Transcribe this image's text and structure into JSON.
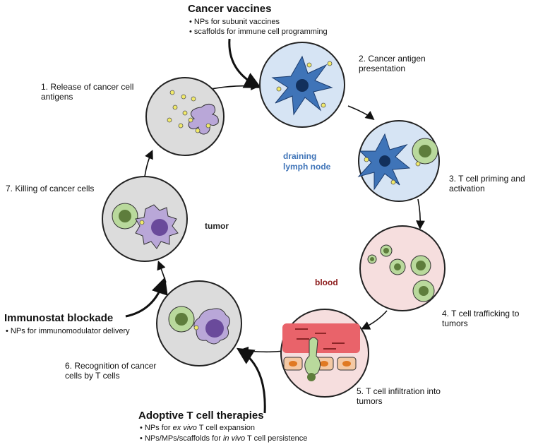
{
  "colors": {
    "circle_gray": "#dcdcdc",
    "circle_blue": "#d6e4f4",
    "circle_pink": "#f6dede",
    "dendritic_cell": "#3f74b8",
    "tumor_cell": "#b9a7d8",
    "t_cell": "#b9d99c",
    "antigen": "#f1ea6a",
    "blood_text": "#8b1a1a",
    "lymph_text": "#3f74b8"
  },
  "steps": {
    "s1": "1. Release of cancer cell antigens",
    "s2": "2. Cancer antigen presentation",
    "s3": "3. T cell priming and activation",
    "s4": "4. T cell trafficking to tumors",
    "s5": "5. T cell infiltration into tumors",
    "s6": "6. Recognition of cancer cells by T cells",
    "s7": "7. Killing of cancer cells"
  },
  "areas": {
    "lymph": "draining lymph node",
    "tumor": "tumor",
    "blood": "blood"
  },
  "vaccines": {
    "title": "Cancer vaccines",
    "b1": "• NPs for subunit vaccines",
    "b2": "• scaffolds for immune cell programming"
  },
  "blockade": {
    "title": "Immunostat blockade",
    "b1": "• NPs for immunomodulator delivery"
  },
  "adoptive": {
    "title": "Adoptive T cell therapies",
    "b1_pre": "• NPs for ",
    "b1_em": "ex vivo",
    "b1_post": " T cell expansion",
    "b2_pre": "• NPs/MPs/scaffolds for ",
    "b2_em": "in vivo",
    "b2_post": " T cell persistence"
  }
}
